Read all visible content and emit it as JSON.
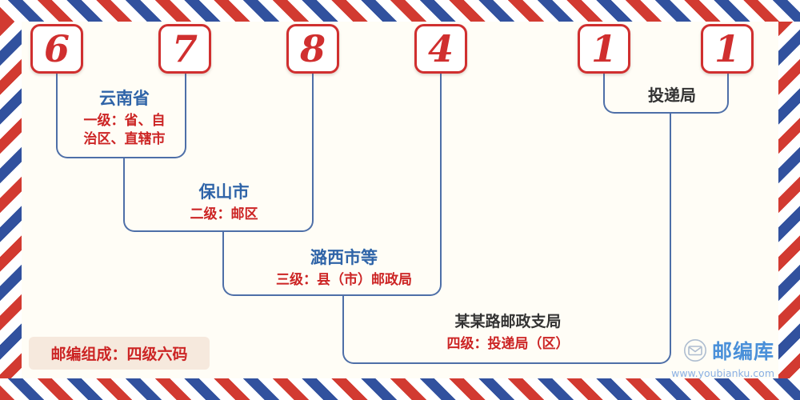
{
  "postal_code": {
    "digits": [
      "6",
      "7",
      "8",
      "4",
      "1",
      "1"
    ]
  },
  "levels": {
    "level1": {
      "name": "云南省",
      "desc_line1": "一级：省、自",
      "desc_line2": "治区、直辖市"
    },
    "level2": {
      "name": "保山市",
      "desc": "二级：邮区"
    },
    "level3": {
      "name": "潞西市等",
      "desc": "三级：县（市）邮政局"
    },
    "level4": {
      "name": "某某路邮政支局",
      "desc": "四级：投递局（区）"
    },
    "delivery": {
      "name": "投递局"
    }
  },
  "badge": {
    "text": "邮编组成：四级六码"
  },
  "logo": {
    "title": "邮编库",
    "url": "www.youbianku.com",
    "icon": "envelope-icon"
  },
  "colors": {
    "accent_red": "#d02f2f",
    "text_red": "#cc2424",
    "name_blue": "#2f64a8",
    "line_blue": "#4e6fa8",
    "stripe_red": "#d23a31",
    "stripe_blue": "#31519e",
    "logo_blue": "#4a90d9"
  }
}
